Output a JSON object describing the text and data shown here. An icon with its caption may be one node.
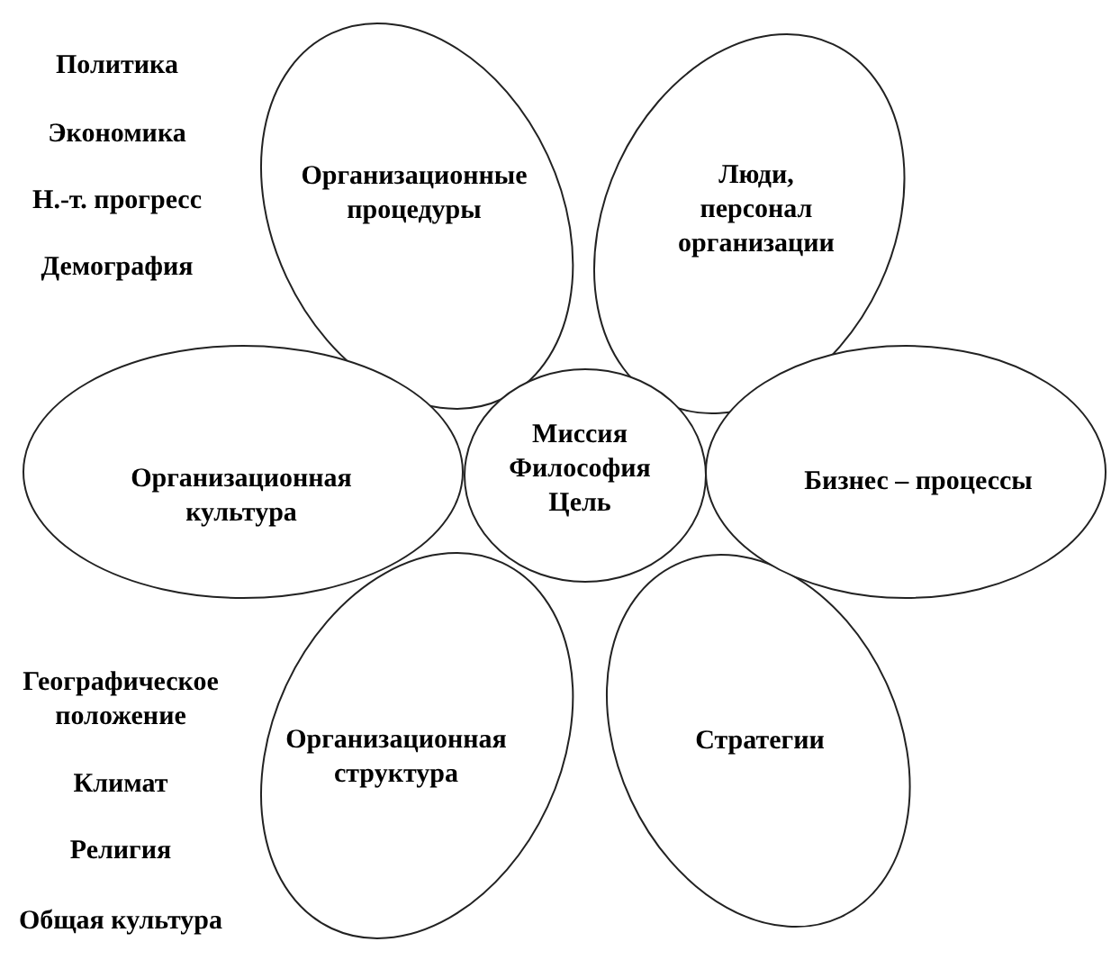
{
  "diagram": {
    "nodes": [
      {
        "text": [
          "Организационные процедуры"
        ]
      },
      {
        "text": [
          "Люди, персонал организации"
        ]
      },
      {
        "text": [
          "Организационная культура"
        ]
      },
      {
        "text": [
          "Миссия Философия Цель"
        ]
      },
      {
        "text": [
          "Бизнес – процессы"
        ]
      },
      {
        "text": [
          "Организационная структура"
        ]
      },
      {
        "text": [
          "Стратегии"
        ]
      }
    ],
    "labels": [
      "Политика",
      "Экономика",
      "Н.-т. прогресс",
      "Демография",
      "Географическое положение",
      "Климат",
      "Религия",
      "Общая культура"
    ]
  }
}
